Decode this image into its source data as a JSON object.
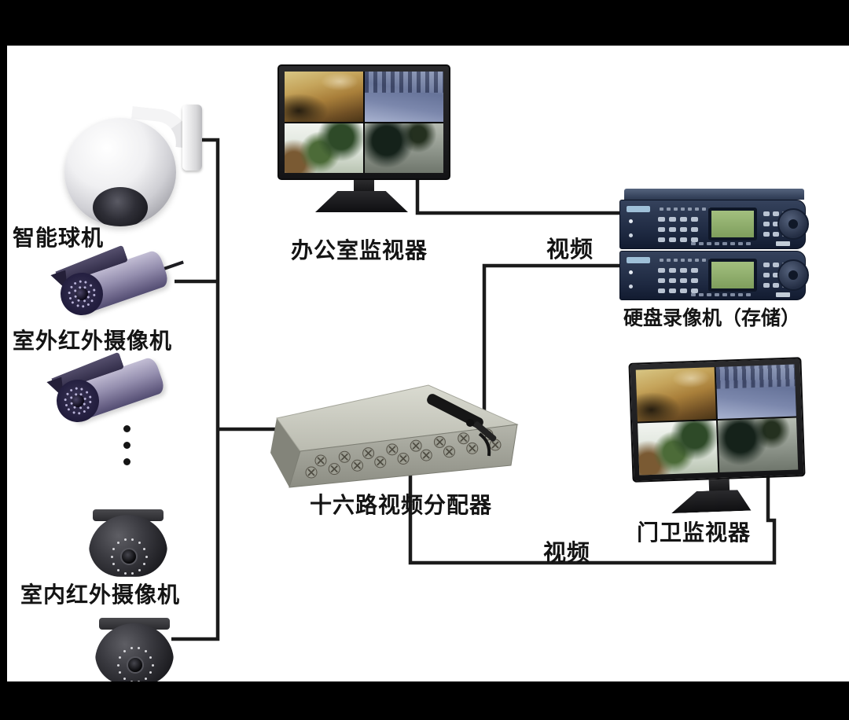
{
  "devices": [
    {
      "name": "ptz-dome-camera",
      "label": "智能球机"
    },
    {
      "name": "outdoor-bullet-camera-1",
      "label": "室外红外摄像机"
    },
    {
      "name": "outdoor-bullet-camera-2",
      "label": "室外红外摄像机"
    },
    {
      "name": "indoor-dome-camera-1",
      "label": "室内红外摄像机"
    },
    {
      "name": "indoor-dome-camera-2",
      "label": "室内红外摄像机"
    },
    {
      "name": "office-monitor",
      "label": "办公室监视器"
    },
    {
      "name": "dvr-recorder-stack",
      "label": "硬盘录像机（存储）"
    },
    {
      "name": "video-splitter-16ch",
      "label": "十六路视频分配器"
    },
    {
      "name": "guard-monitor",
      "label": "门卫监视器"
    }
  ],
  "links": {
    "dvr_video": "视频",
    "guard_video": "视频"
  },
  "colors": {
    "frame": "#000000",
    "canvas": "#ffffff",
    "wire": "#1b1b1b",
    "label_text": "#141414",
    "dvr_panel": "#27344a",
    "dvr_lcd_green": "#8fb06a",
    "splitter_body": "#c9cabf",
    "bullet_body": "#8d87a6",
    "monitor_bezel": "#141416"
  }
}
